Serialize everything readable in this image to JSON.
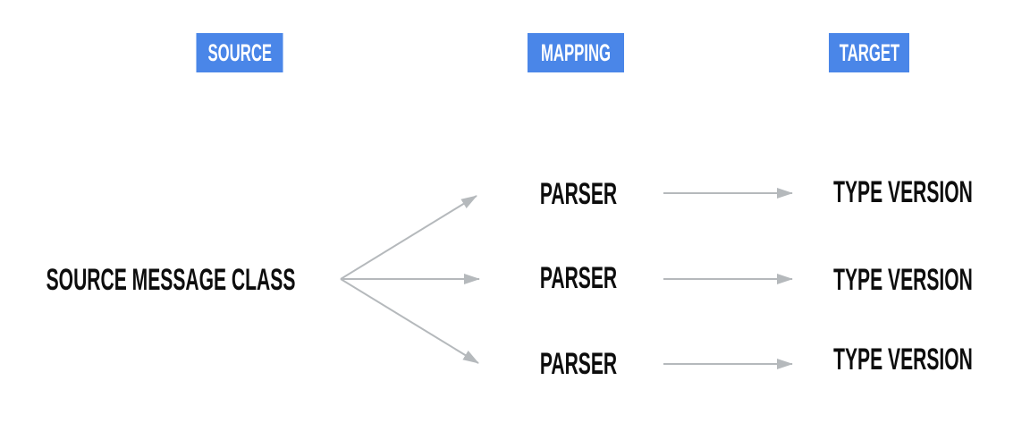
{
  "diagram": {
    "columns": [
      {
        "label": "SOURCE"
      },
      {
        "label": "MAPPING"
      },
      {
        "label": "TARGET"
      }
    ],
    "source_node": {
      "label": "SOURCE MESSAGE CLASS"
    },
    "rows": [
      {
        "parser": "PARSER",
        "target": "TYPE VERSION"
      },
      {
        "parser": "PARSER",
        "target": "TYPE VERSION"
      },
      {
        "parser": "PARSER",
        "target": "TYPE VERSION"
      }
    ],
    "colors": {
      "header_bg": "#4a86e8",
      "header_text": "#ffffff",
      "node_text": "#0d0d0d",
      "arrow": "#b5b9bc",
      "background": "#ffffff"
    }
  }
}
